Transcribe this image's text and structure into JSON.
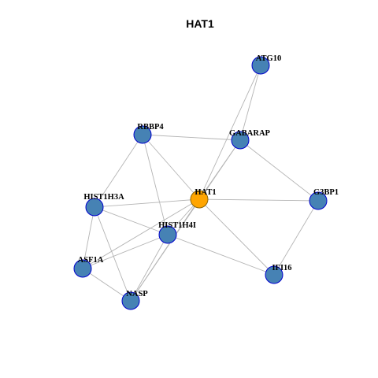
{
  "graph": {
    "title": "HAT1",
    "colors": {
      "center_fill": "#FFA500",
      "center_stroke": "#8B6508",
      "node_fill": "#4682B4",
      "node_stroke": "#0000CD",
      "edge": "#B4B4B4"
    },
    "nodes": [
      {
        "id": "HAT1",
        "label": "HAT1",
        "center": true
      },
      {
        "id": "ATG10",
        "label": "ATG10"
      },
      {
        "id": "GABARAP",
        "label": "GABARAP"
      },
      {
        "id": "RBBP4",
        "label": "RBBP4"
      },
      {
        "id": "HIST1H3A",
        "label": "HIST1H3A"
      },
      {
        "id": "HIST1H4I",
        "label": "HIST1H4I"
      },
      {
        "id": "G3BP1",
        "label": "G3BP1"
      },
      {
        "id": "ASF1A",
        "label": "ASF1A"
      },
      {
        "id": "NASP",
        "label": "NASP"
      },
      {
        "id": "IFI16",
        "label": "IFI16"
      }
    ],
    "edges": [
      [
        "HAT1",
        "ATG10"
      ],
      [
        "HAT1",
        "GABARAP"
      ],
      [
        "HAT1",
        "RBBP4"
      ],
      [
        "HAT1",
        "HIST1H3A"
      ],
      [
        "HAT1",
        "HIST1H4I"
      ],
      [
        "HAT1",
        "G3BP1"
      ],
      [
        "HAT1",
        "ASF1A"
      ],
      [
        "HAT1",
        "NASP"
      ],
      [
        "HAT1",
        "IFI16"
      ],
      [
        "ATG10",
        "GABARAP"
      ],
      [
        "GABARAP",
        "RBBP4"
      ],
      [
        "GABARAP",
        "G3BP1"
      ],
      [
        "GABARAP",
        "NASP"
      ],
      [
        "RBBP4",
        "HIST1H3A"
      ],
      [
        "RBBP4",
        "HIST1H4I"
      ],
      [
        "HIST1H3A",
        "HIST1H4I"
      ],
      [
        "HIST1H3A",
        "ASF1A"
      ],
      [
        "HIST1H3A",
        "NASP"
      ],
      [
        "HIST1H4I",
        "ASF1A"
      ],
      [
        "HIST1H4I",
        "NASP"
      ],
      [
        "HIST1H4I",
        "IFI16"
      ],
      [
        "ASF1A",
        "NASP"
      ],
      [
        "G3BP1",
        "IFI16"
      ]
    ]
  }
}
